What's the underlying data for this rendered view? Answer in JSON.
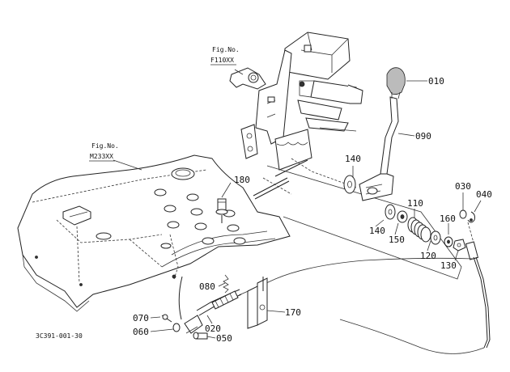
{
  "figure_code": "3C391-001-30",
  "fig_refs": [
    {
      "title": "Fig.No.",
      "code": "F110XX"
    },
    {
      "title": "Fig.No.",
      "code": "M233XX"
    }
  ],
  "part_labels": {
    "p010": "010",
    "p020": "020",
    "p030": "030",
    "p040": "040",
    "p050": "050",
    "p060": "060",
    "p070": "070",
    "p080": "080",
    "p090": "090",
    "p110": "110",
    "p120": "120",
    "p130": "130",
    "p140a": "140",
    "p140b": "140",
    "p150": "150",
    "p160": "160",
    "p170": "170",
    "p180": "180"
  }
}
